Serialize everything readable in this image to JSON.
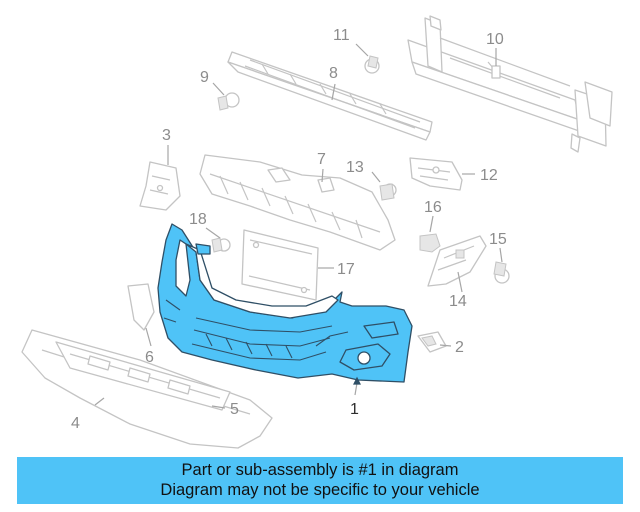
{
  "callouts": {
    "c1": "1",
    "c2": "2",
    "c3": "3",
    "c4": "4",
    "c5": "5",
    "c6": "6",
    "c7": "7",
    "c8": "8",
    "c9": "9",
    "c10": "10",
    "c11": "11",
    "c12": "12",
    "c13": "13",
    "c14": "14",
    "c15": "15",
    "c16": "16",
    "c17": "17",
    "c18": "18"
  },
  "banner": {
    "line1": "Part or sub-assembly is #1 in diagram",
    "line2": "Diagram may not be specific to your vehicle"
  },
  "colors": {
    "highlight": "#4fc3f7",
    "banner_background": "#4fc3f7"
  }
}
